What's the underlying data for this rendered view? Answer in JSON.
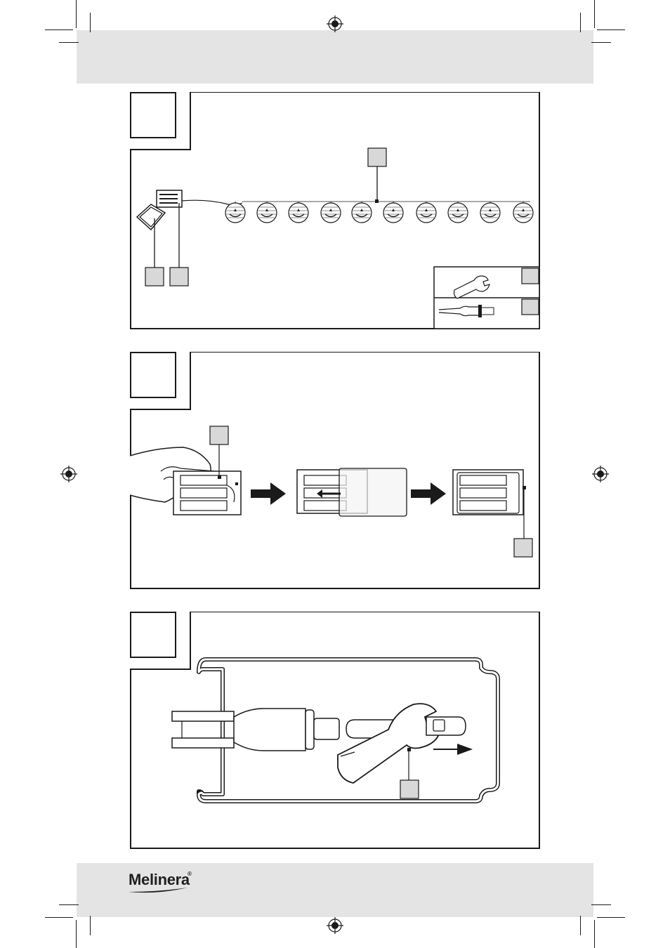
{
  "brand": {
    "name": "Melinera",
    "mark": "®"
  },
  "figures": [
    {
      "id": "overview",
      "number": ""
    },
    {
      "id": "battery-insert",
      "number": ""
    },
    {
      "id": "wrench-assembly",
      "number": ""
    }
  ],
  "colors": {
    "band": "#e4e4e4",
    "ink": "#1a1a1a",
    "label_fill": "#d8d8d8"
  },
  "icons": [
    "registration-mark-icon",
    "wrench-icon",
    "plug-icon",
    "arrow-right-icon",
    "pumpkin-lantern-icon",
    "battery-box-icon"
  ]
}
